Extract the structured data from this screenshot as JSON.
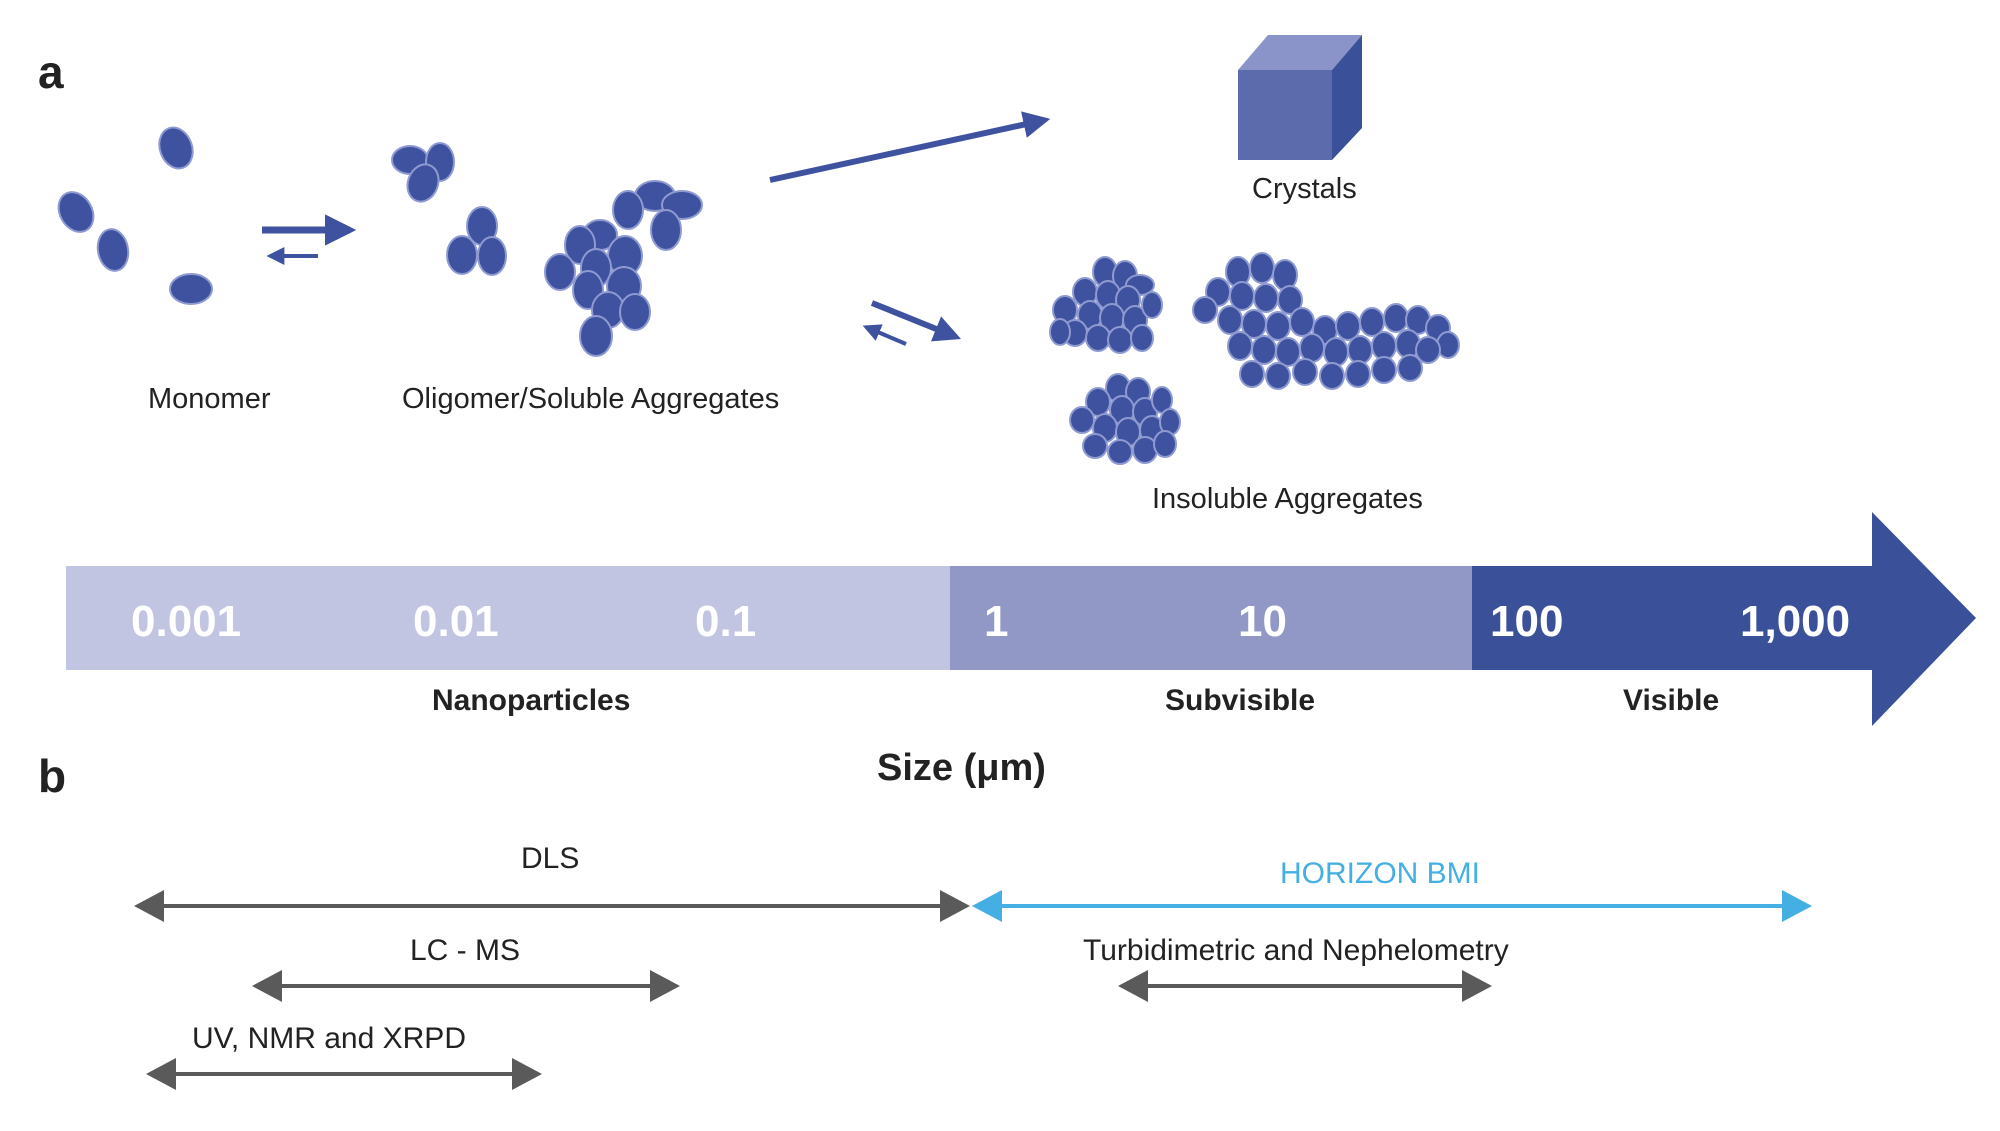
{
  "colors": {
    "particle": "#3f52a0",
    "band_light": "#c1c5e1",
    "band_mid": "#9198c6",
    "band_dark": "#3a519a",
    "technique_gray": "#5a5a5a",
    "highlight_blue": "#45aee2"
  },
  "panel_a": {
    "label": "a",
    "monomer_label": "Monomer",
    "oligomer_label": "Oligomer/Soluble Aggregates",
    "crystals_label": "Crystals",
    "insoluble_label": "Insoluble Aggregates",
    "scale": {
      "ticks": [
        "0.001",
        "0.01",
        "0.1",
        "1",
        "10",
        "100",
        "1,000"
      ],
      "categories": [
        "Nanoparticles",
        "Subvisible",
        "Visible"
      ],
      "unit_label": "Size (μm)"
    }
  },
  "panel_b": {
    "label": "b",
    "techniques": [
      {
        "name": "DLS"
      },
      {
        "name": "HORIZON BMI"
      },
      {
        "name": "LC - MS"
      },
      {
        "name": "Turbidimetric and Nephelometry"
      },
      {
        "name": "UV, NMR and XRPD"
      }
    ]
  }
}
